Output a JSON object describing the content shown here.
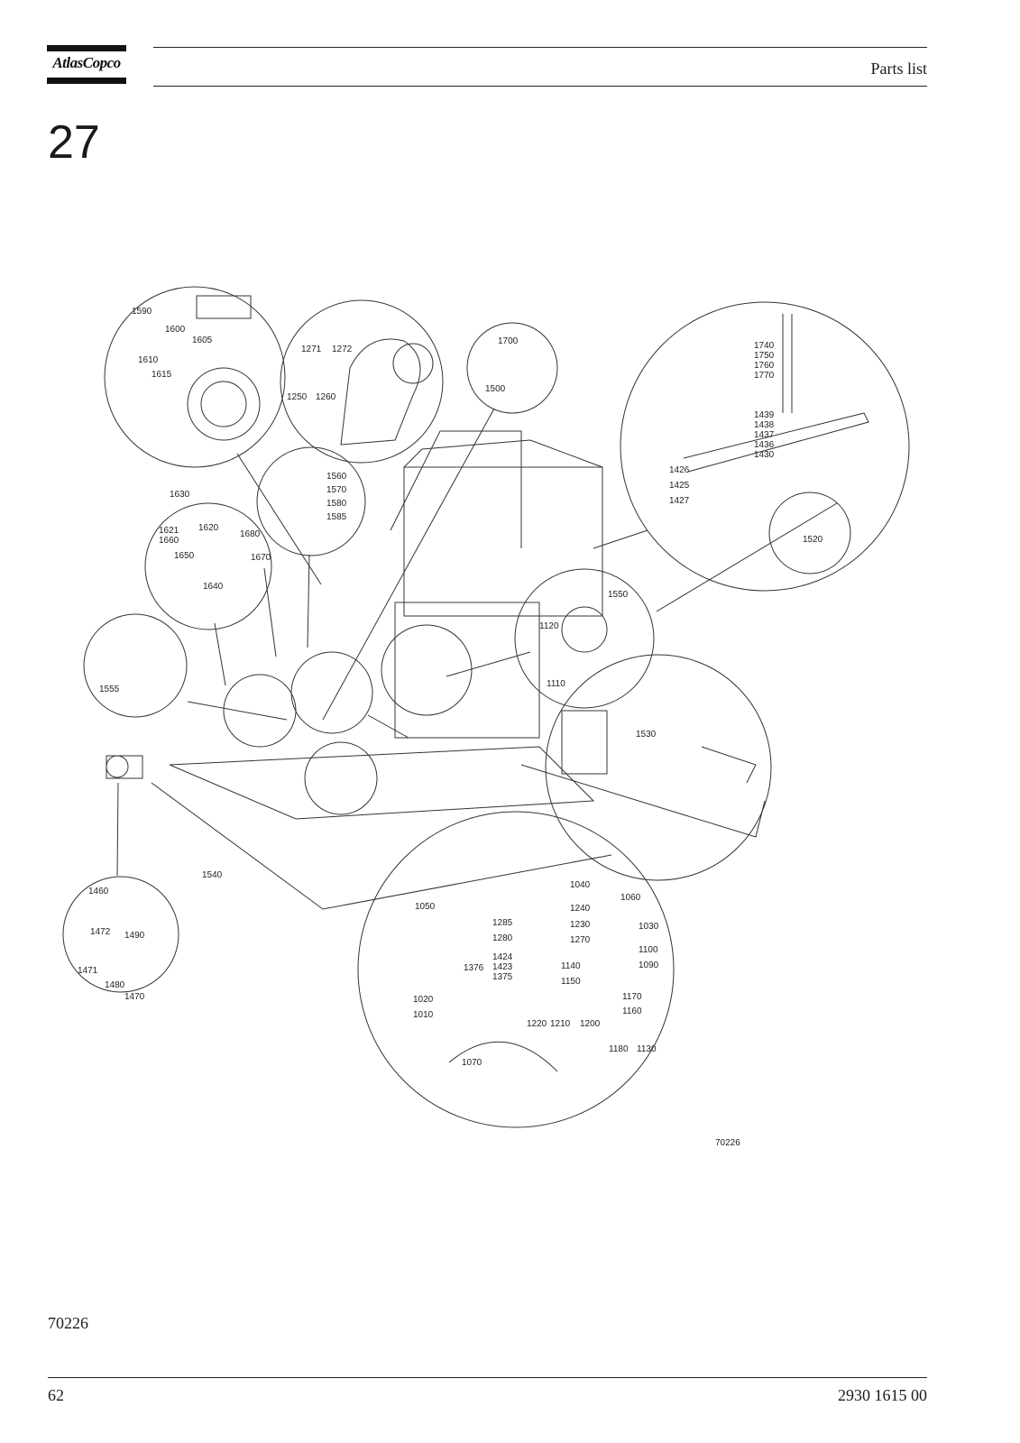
{
  "header": {
    "logo_text": "AtlasCopco",
    "title": "Parts list"
  },
  "section": {
    "number": "27"
  },
  "figure": {
    "drawing_number": "70226",
    "callouts": [
      {
        "id": "c1590",
        "label": "1590"
      },
      {
        "id": "c1600",
        "label": "1600"
      },
      {
        "id": "c1605",
        "label": "1605"
      },
      {
        "id": "c1610",
        "label": "1610"
      },
      {
        "id": "c1615",
        "label": "1615"
      },
      {
        "id": "c1271",
        "label": "1271"
      },
      {
        "id": "c1272",
        "label": "1272"
      },
      {
        "id": "c1250",
        "label": "1250"
      },
      {
        "id": "c1260",
        "label": "1260"
      },
      {
        "id": "c1700",
        "label": "1700"
      },
      {
        "id": "c1500",
        "label": "1500"
      },
      {
        "id": "c1740",
        "label": "1740"
      },
      {
        "id": "c1750",
        "label": "1750"
      },
      {
        "id": "c1760",
        "label": "1760"
      },
      {
        "id": "c1770",
        "label": "1770"
      },
      {
        "id": "c1439",
        "label": "1439"
      },
      {
        "id": "c1438",
        "label": "1438"
      },
      {
        "id": "c1437",
        "label": "1437"
      },
      {
        "id": "c1436",
        "label": "1436"
      },
      {
        "id": "c1430",
        "label": "1430"
      },
      {
        "id": "c1426",
        "label": "1426"
      },
      {
        "id": "c1425",
        "label": "1425"
      },
      {
        "id": "c1427",
        "label": "1427"
      },
      {
        "id": "c1520",
        "label": "1520"
      },
      {
        "id": "c1560",
        "label": "1560"
      },
      {
        "id": "c1570",
        "label": "1570"
      },
      {
        "id": "c1580",
        "label": "1580"
      },
      {
        "id": "c1585",
        "label": "1585"
      },
      {
        "id": "c1630",
        "label": "1630"
      },
      {
        "id": "c1621",
        "label": "1621"
      },
      {
        "id": "c1660",
        "label": "1660"
      },
      {
        "id": "c1620",
        "label": "1620"
      },
      {
        "id": "c1680",
        "label": "1680"
      },
      {
        "id": "c1650",
        "label": "1650"
      },
      {
        "id": "c1670",
        "label": "1670"
      },
      {
        "id": "c1640",
        "label": "1640"
      },
      {
        "id": "c1550",
        "label": "1550"
      },
      {
        "id": "c1120",
        "label": "1120"
      },
      {
        "id": "c1110",
        "label": "1110"
      },
      {
        "id": "c1555",
        "label": "1555"
      },
      {
        "id": "c1530",
        "label": "1530"
      },
      {
        "id": "c1540",
        "label": "1540"
      },
      {
        "id": "c1460",
        "label": "1460"
      },
      {
        "id": "c1472",
        "label": "1472"
      },
      {
        "id": "c1490",
        "label": "1490"
      },
      {
        "id": "c1471",
        "label": "1471"
      },
      {
        "id": "c1480",
        "label": "1480"
      },
      {
        "id": "c1470",
        "label": "1470"
      },
      {
        "id": "c1040",
        "label": "1040"
      },
      {
        "id": "c1050",
        "label": "1050"
      },
      {
        "id": "c1240",
        "label": "1240"
      },
      {
        "id": "c1060",
        "label": "1060"
      },
      {
        "id": "c1285",
        "label": "1285"
      },
      {
        "id": "c1230",
        "label": "1230"
      },
      {
        "id": "c1030",
        "label": "1030"
      },
      {
        "id": "c1280",
        "label": "1280"
      },
      {
        "id": "c1270",
        "label": "1270"
      },
      {
        "id": "c1424",
        "label": "1424"
      },
      {
        "id": "c1423",
        "label": "1423"
      },
      {
        "id": "c1375",
        "label": "1375"
      },
      {
        "id": "c1100",
        "label": "1100"
      },
      {
        "id": "c1376",
        "label": "1376"
      },
      {
        "id": "c1140",
        "label": "1140"
      },
      {
        "id": "c1090",
        "label": "1090"
      },
      {
        "id": "c1150",
        "label": "1150"
      },
      {
        "id": "c1020",
        "label": "1020"
      },
      {
        "id": "c1170",
        "label": "1170"
      },
      {
        "id": "c1010",
        "label": "1010"
      },
      {
        "id": "c1160",
        "label": "1160"
      },
      {
        "id": "c1220",
        "label": "1220"
      },
      {
        "id": "c1210",
        "label": "1210"
      },
      {
        "id": "c1200",
        "label": "1200"
      },
      {
        "id": "c1180",
        "label": "1180"
      },
      {
        "id": "c1130",
        "label": "1130"
      },
      {
        "id": "c1070",
        "label": "1070"
      }
    ]
  },
  "footer": {
    "caption": "70226",
    "page_number": "62",
    "document_number": "2930 1615 00"
  }
}
